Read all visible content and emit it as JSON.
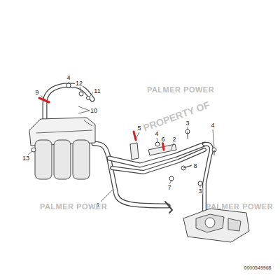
{
  "diagram": {
    "labels": [
      "9",
      "4",
      "12",
      "11",
      "10",
      "PALMER POWER",
      "PROPERTY OF",
      "5",
      "4",
      "6",
      "2",
      "3",
      "4",
      "13",
      "8",
      "7",
      "3",
      "1",
      "PALMER POWER",
      "PALMER POWER",
      "0000549968"
    ]
  }
}
